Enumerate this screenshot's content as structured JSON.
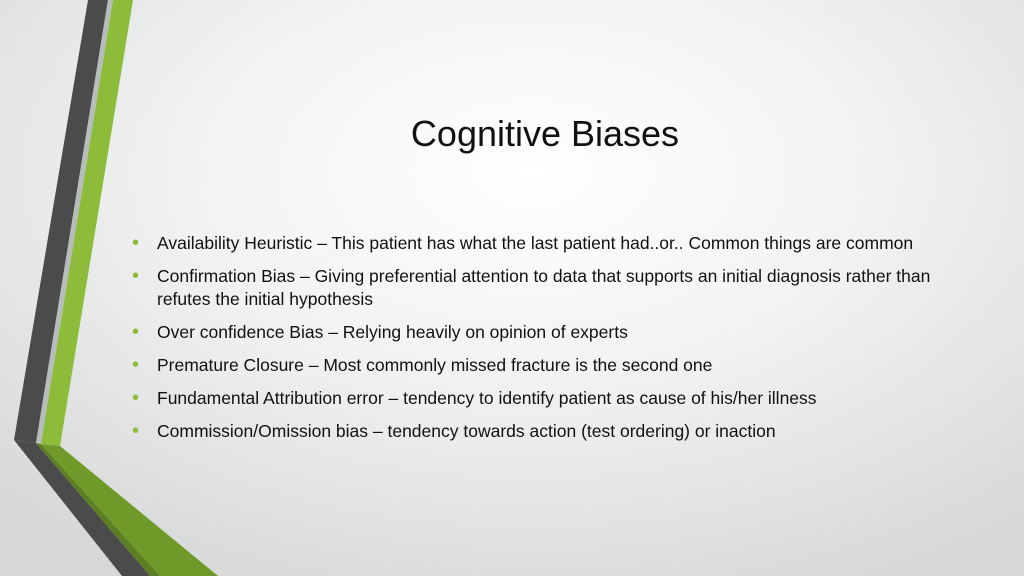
{
  "slide": {
    "title": "Cognitive Biases",
    "bullet_glyph": "•",
    "accent_color": "#8dbb3a",
    "dark_color": "#4d4d4d",
    "bullets": [
      {
        "text": "Availability Heuristic – This patient has what the last patient had..or.. Common things are common"
      },
      {
        "text": "Confirmation Bias – Giving preferential attention to data that supports an initial diagnosis rather than refutes the initial hypothesis"
      },
      {
        "text": "Over confidence Bias – Relying heavily on opinion of experts"
      },
      {
        "text": "Premature Closure – Most commonly missed fracture is the second one"
      },
      {
        "text": "Fundamental Attribution error – tendency to identify patient as cause of his/her illness"
      },
      {
        "text": "Commission/Omission bias – tendency towards action (test ordering) or inaction"
      }
    ]
  }
}
